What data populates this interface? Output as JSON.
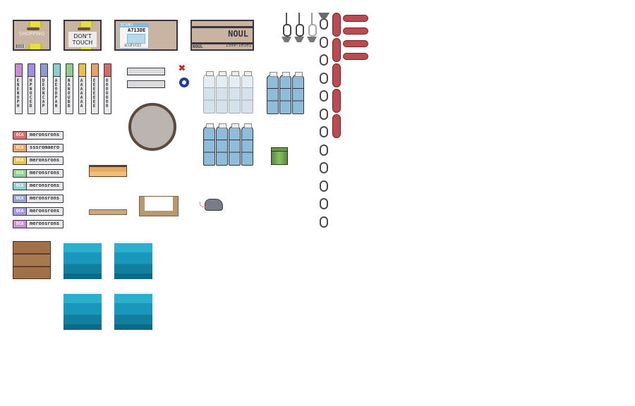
{
  "boxes": {
    "shopping": "SHOPPING",
    "dont_touch": "DON'T TOUCH",
    "label_code": "A713DE",
    "label_header": "ƎIƆVИƆ",
    "label_footer": "ƎIƆƎTƆFƆIƆ",
    "brand": "NOUL",
    "brand_small": "NOUL",
    "serial": "1559-10101"
  },
  "books": [
    {
      "title": "ENENOPH",
      "color": "#cf8ad4"
    },
    {
      "title": "HPNOCED",
      "color": "#a090dc"
    },
    {
      "title": "DEONCAP",
      "color": "#8e9ccc"
    },
    {
      "title": "AEODPAN",
      "color": "#8ad0c8"
    },
    {
      "title": "NANOUBB",
      "color": "#90cc8c"
    },
    {
      "title": "AAAAAAA",
      "color": "#e8c04c"
    },
    {
      "title": "EEEEEEE",
      "color": "#e8a066"
    },
    {
      "title": "OOOOOOO",
      "color": "#d46a6a"
    }
  ],
  "tags": [
    {
      "code": "OCA",
      "label": "meronsrons",
      "color": "#d9706e"
    },
    {
      "code": "OCA",
      "label": "sssromaero",
      "color": "#e8a56a"
    },
    {
      "code": "OCA",
      "label": "meronsrons",
      "color": "#e8c54f"
    },
    {
      "code": "OCA",
      "label": "meronsrons",
      "color": "#96cf96"
    },
    {
      "code": "OCA",
      "label": "meronsrons",
      "color": "#8fd0cb"
    },
    {
      "code": "OCA",
      "label": "meronsrons",
      "color": "#97a4cc"
    },
    {
      "code": "OCA",
      "label": "meronsrons",
      "color": "#a898dc"
    },
    {
      "code": "OCA",
      "label": "meronsrons",
      "color": "#cf90d4"
    }
  ]
}
